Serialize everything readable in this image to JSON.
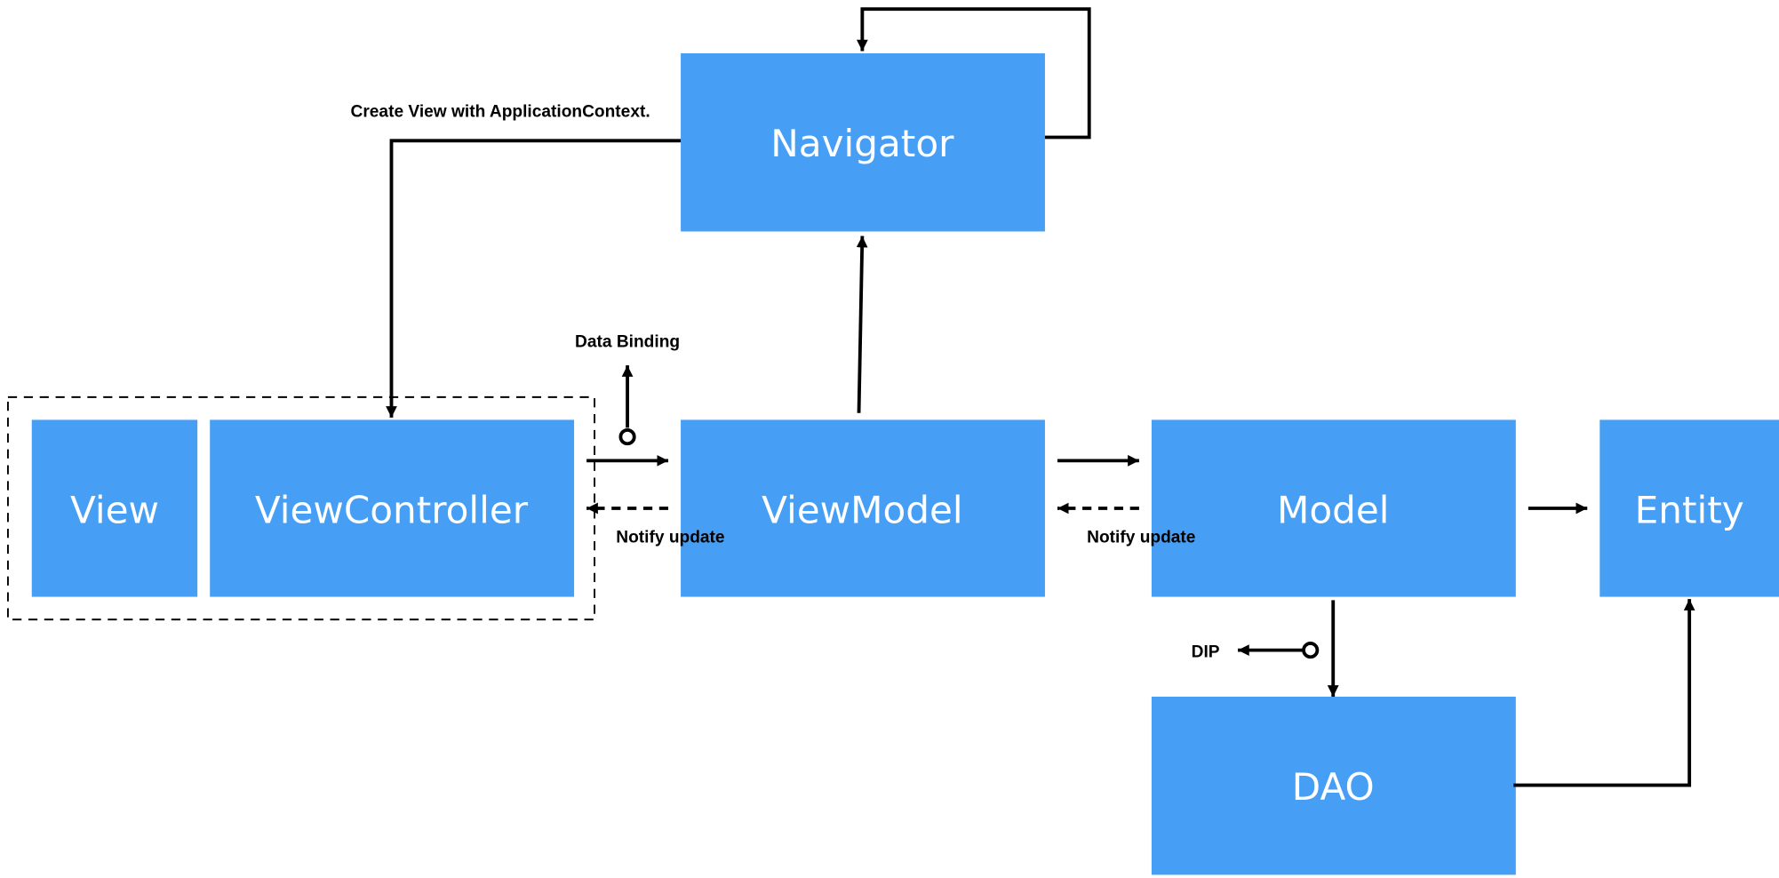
{
  "colors": {
    "box": "#479ff5",
    "box_text": "#ffffff",
    "line": "#000000",
    "background": "#ffffff"
  },
  "boxes": {
    "view": "View",
    "view_controller": "ViewController",
    "navigator": "Navigator",
    "view_model": "ViewModel",
    "model": "Model",
    "entity": "Entity",
    "dao": "DAO"
  },
  "annotations": {
    "create_view": "Create View with ApplicationContext.",
    "data_binding": "Data Binding",
    "notify_update_viewmodel": "Notify update",
    "notify_update_model": "Notify update",
    "dip": "DIP"
  }
}
